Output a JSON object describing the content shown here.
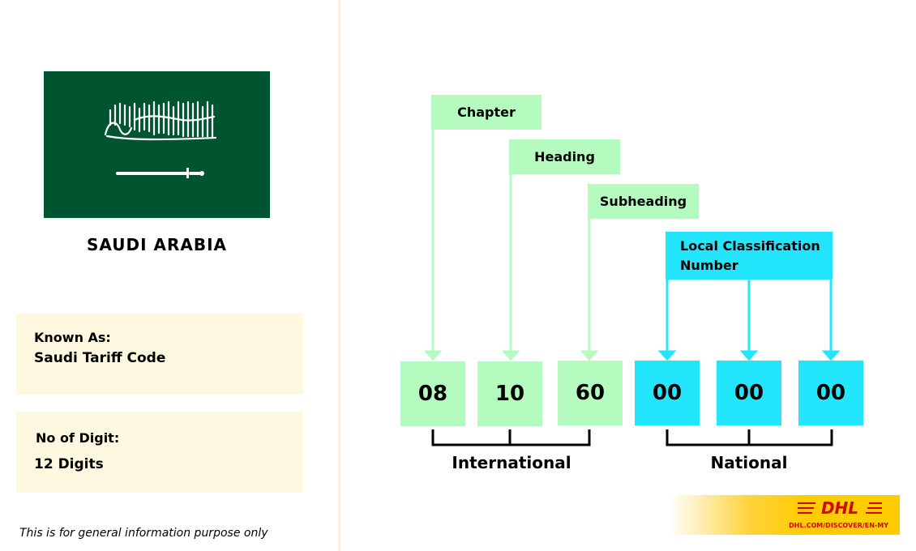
{
  "country": "SAUDI ARABIA",
  "known_as": {
    "label": "Known As:",
    "value": "Saudi Tariff Code"
  },
  "digits": {
    "label": "No of Digit:",
    "value": "12 Digits"
  },
  "disclaimer": "This is for general information purpose only",
  "labels": {
    "chapter": "Chapter",
    "heading": "Heading",
    "subheading": "Subheading",
    "local_line1": "Local Classification",
    "local_line2": "Number"
  },
  "code_digits": [
    "08",
    "10",
    "60",
    "00",
    "00",
    "00"
  ],
  "groups": {
    "international": "International",
    "national": "National"
  },
  "brand": {
    "logo": "DHL",
    "url": "DHL.COM/DISCOVER/EN-MY"
  },
  "colors": {
    "flag_green": "#005430",
    "international": "#b5fabf",
    "national": "#23e6fd",
    "info_bg": "#fef8e1",
    "dhl_yellow": "#ffcc00",
    "dhl_red": "#d40511"
  }
}
